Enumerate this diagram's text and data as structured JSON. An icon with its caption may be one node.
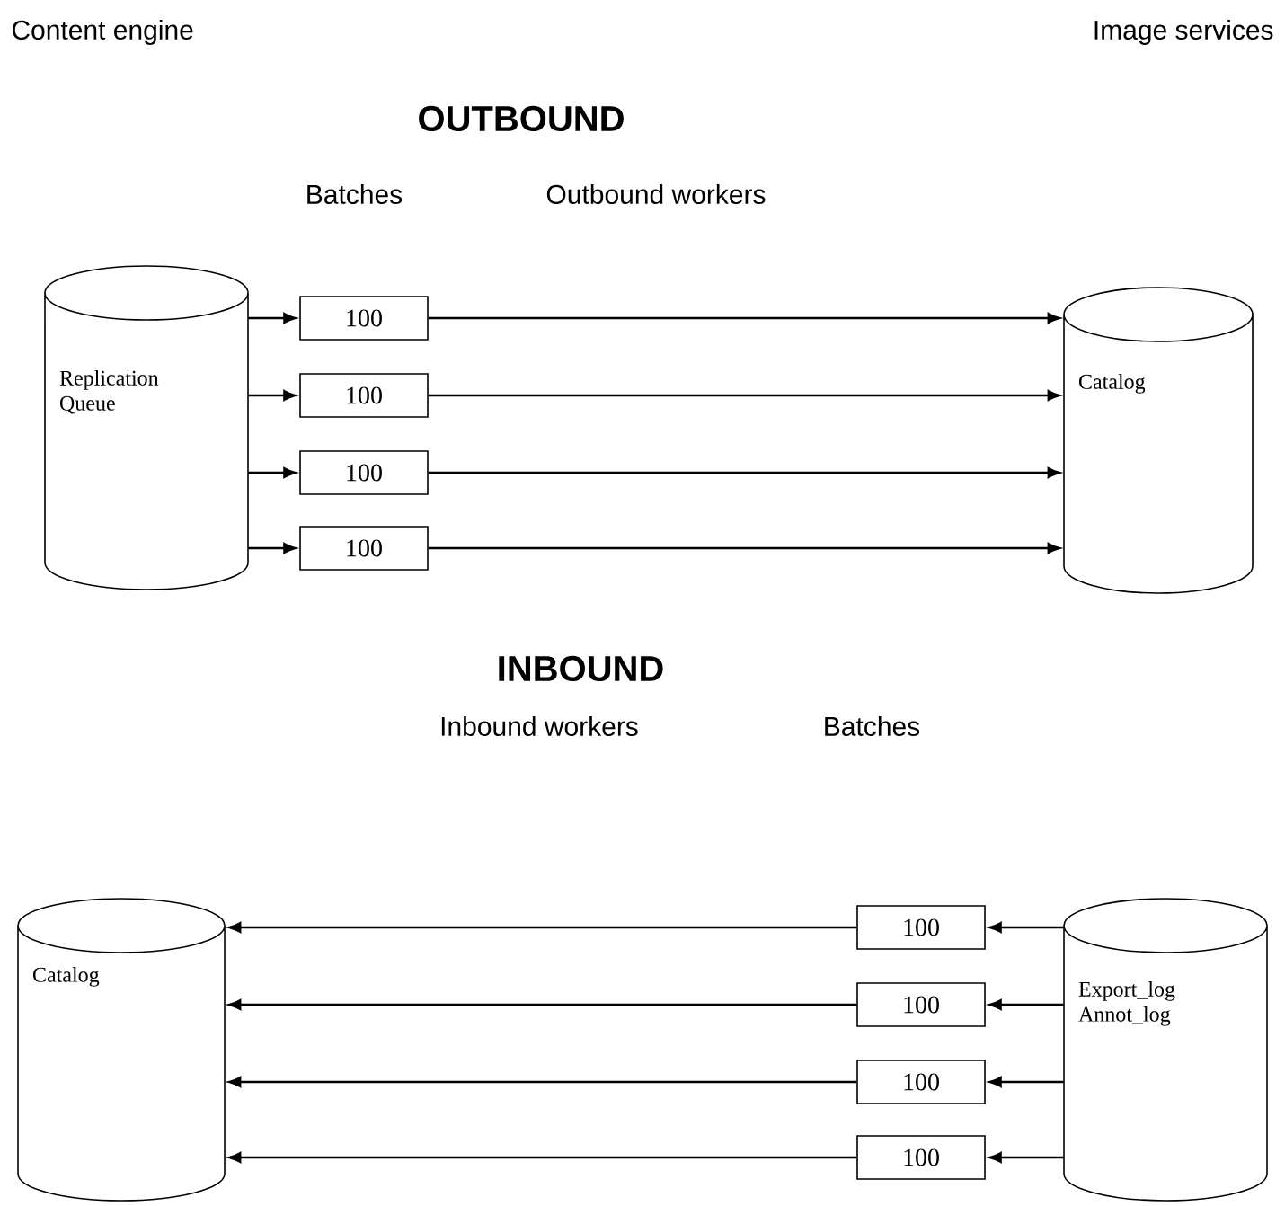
{
  "diagram": {
    "nodes": [
      {
        "text": [
          "Replication Queue"
        ]
      },
      {
        "text": [
          "100"
        ]
      },
      {
        "text": [
          "100"
        ]
      },
      {
        "text": [
          "100"
        ]
      },
      {
        "text": [
          "100"
        ]
      },
      {
        "text": [
          "Catalog"
        ]
      },
      {
        "text": [
          "Catalog"
        ]
      },
      {
        "text": [
          "100"
        ]
      },
      {
        "text": [
          "100"
        ]
      },
      {
        "text": [
          "100"
        ]
      },
      {
        "text": [
          "100"
        ]
      },
      {
        "text": [
          "Export_log Annot_log"
        ]
      }
    ],
    "edges": [
      {
        "from": 0,
        "to": 1,
        "arrow": "to"
      },
      {
        "from": 0,
        "to": 2,
        "arrow": "to"
      },
      {
        "from": 0,
        "to": 3,
        "arrow": "to"
      },
      {
        "from": 0,
        "to": 4,
        "arrow": "to"
      },
      {
        "from": 1,
        "to": 5,
        "arrow": "to"
      },
      {
        "from": 2,
        "to": 5,
        "arrow": "to"
      },
      {
        "from": 3,
        "to": 5,
        "arrow": "to"
      },
      {
        "from": 4,
        "to": 5,
        "arrow": "to"
      },
      {
        "from": 11,
        "to": 7,
        "arrow": "to"
      },
      {
        "from": 11,
        "to": 8,
        "arrow": "to"
      },
      {
        "from": 11,
        "to": 9,
        "arrow": "to"
      },
      {
        "from": 11,
        "to": 10,
        "arrow": "to"
      },
      {
        "from": 7,
        "to": 6,
        "arrow": "to"
      },
      {
        "from": 8,
        "to": 6,
        "arrow": "to"
      },
      {
        "from": 9,
        "to": 6,
        "arrow": "to"
      },
      {
        "from": 10,
        "to": 6,
        "arrow": "to"
      }
    ],
    "labels": [
      "Content engine",
      "Image services",
      "OUTBOUND",
      "Batches",
      "Outbound workers",
      "INBOUND",
      "Inbound workers",
      "Batches"
    ]
  }
}
